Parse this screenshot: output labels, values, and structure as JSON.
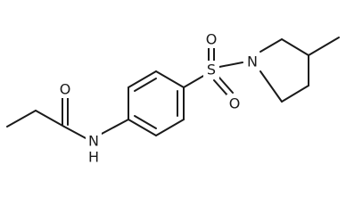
{
  "molecule": {
    "atoms": {
      "oxygen_carbonyl": "O",
      "amide_nitrogen": "N",
      "amide_hydrogen": "H",
      "sulfur": "S",
      "sulfonyl_oxygen_top": "O",
      "sulfonyl_oxygen_bottom": "O",
      "piperidine_nitrogen": "N"
    }
  }
}
